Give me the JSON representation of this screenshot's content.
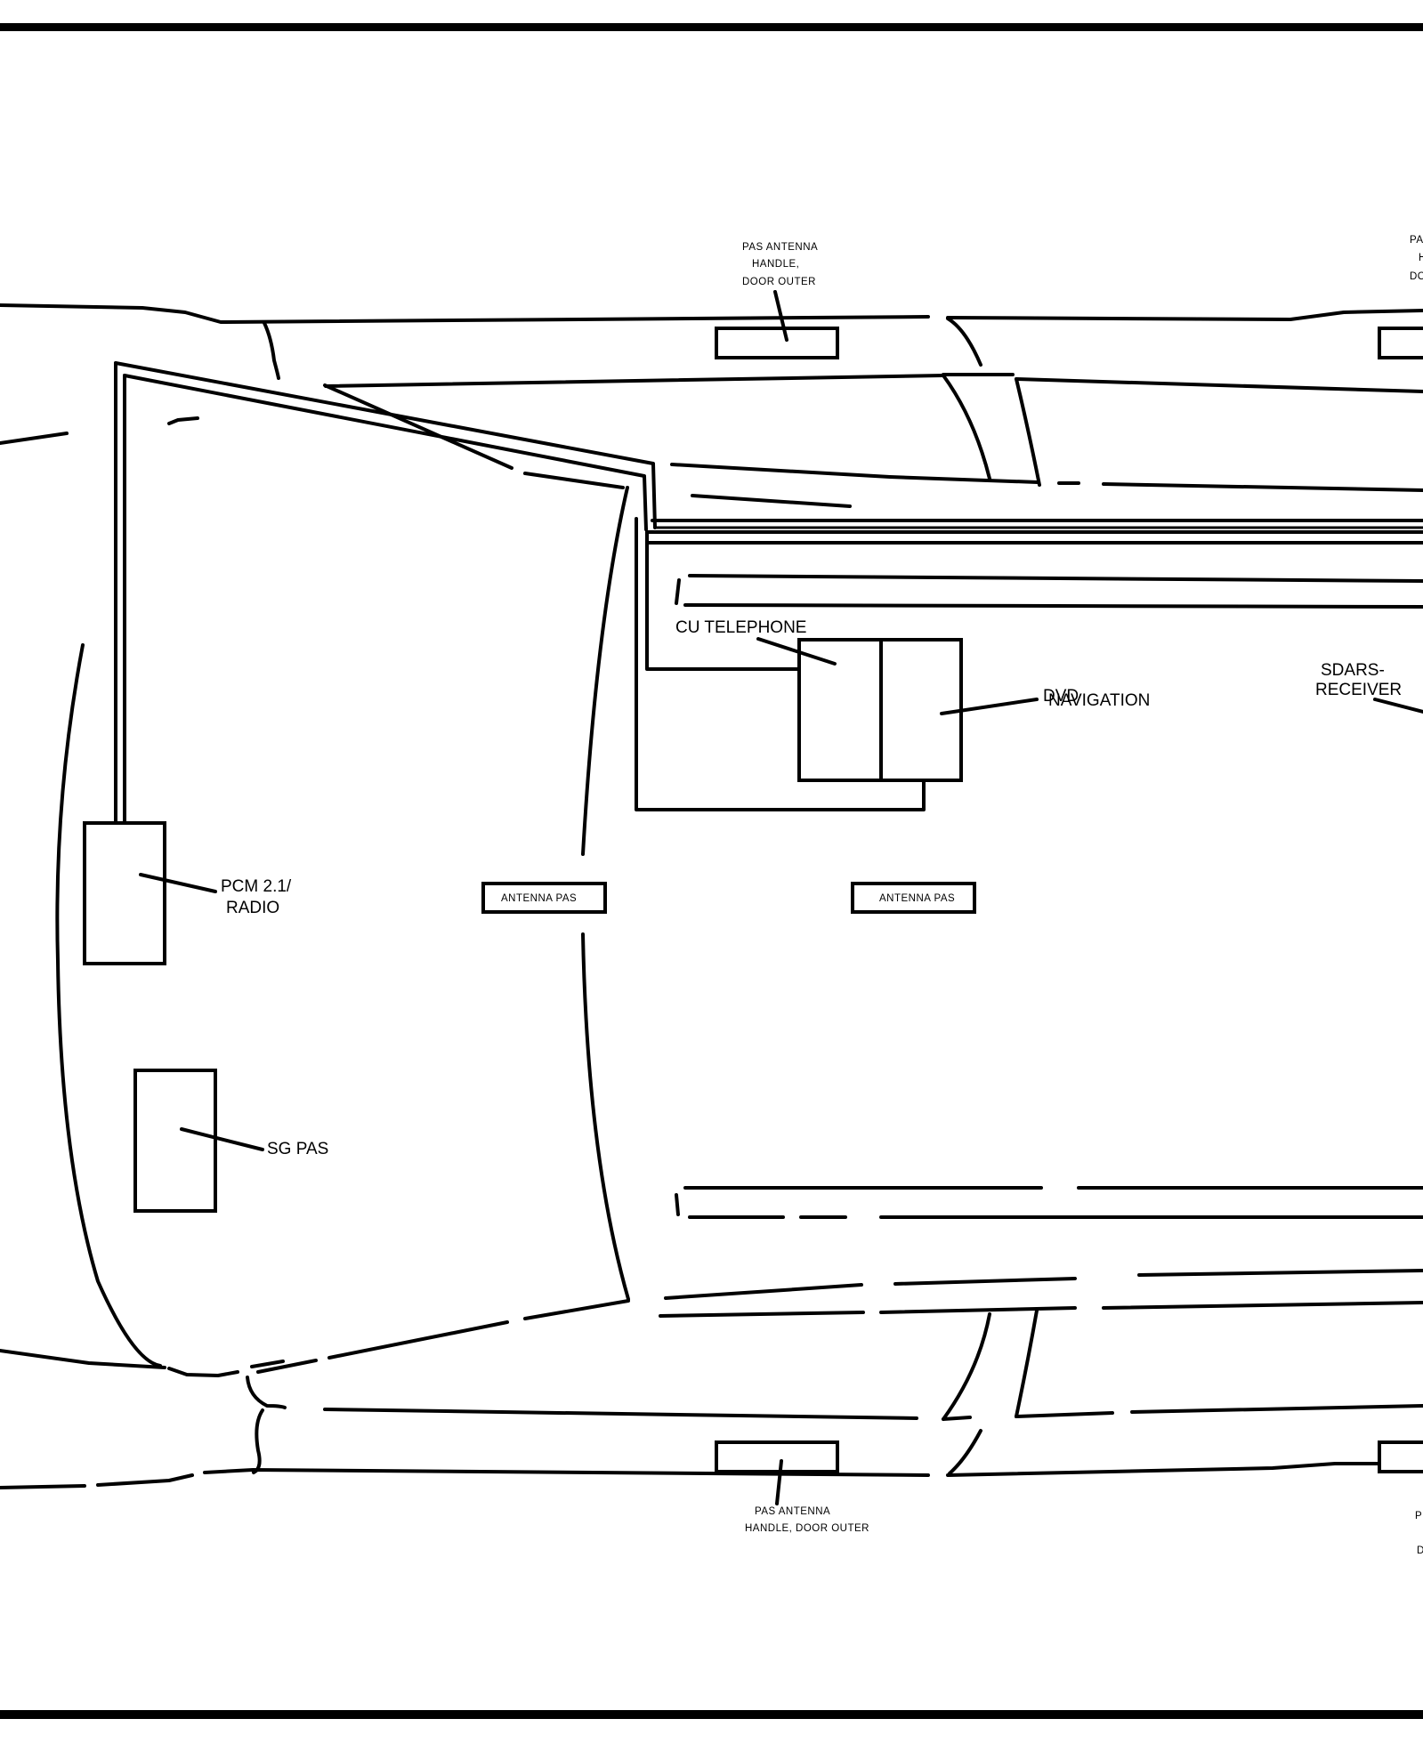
{
  "labels": {
    "cu_telephone": "CU TELEPHONE",
    "dvd": "DVD",
    "navigation": "NAVIGATION",
    "sdars_line1": "SDARS-",
    "sdars_line2": "RECEIVER",
    "pcm_line1": "PCM 2.1/",
    "pcm_line2": "RADIO",
    "sg_pas": "SG PAS",
    "antenna_pas_left": "ANTENNA PAS",
    "antenna_pas_right": "ANTENNA PAS",
    "top_handle_line1": "PAS ANTENNA",
    "top_handle_line2": "HANDLE,",
    "top_handle_line3": "DOOR OUTER",
    "top_right_line1": "PA",
    "top_right_line2": "H",
    "top_right_line3": "DOO",
    "bottom_handle_line1": "PAS ANTENNA",
    "bottom_handle_line2": "HANDLE, DOOR OUTER",
    "bottom_right_line1": "P",
    "bottom_right_line2": "D"
  }
}
